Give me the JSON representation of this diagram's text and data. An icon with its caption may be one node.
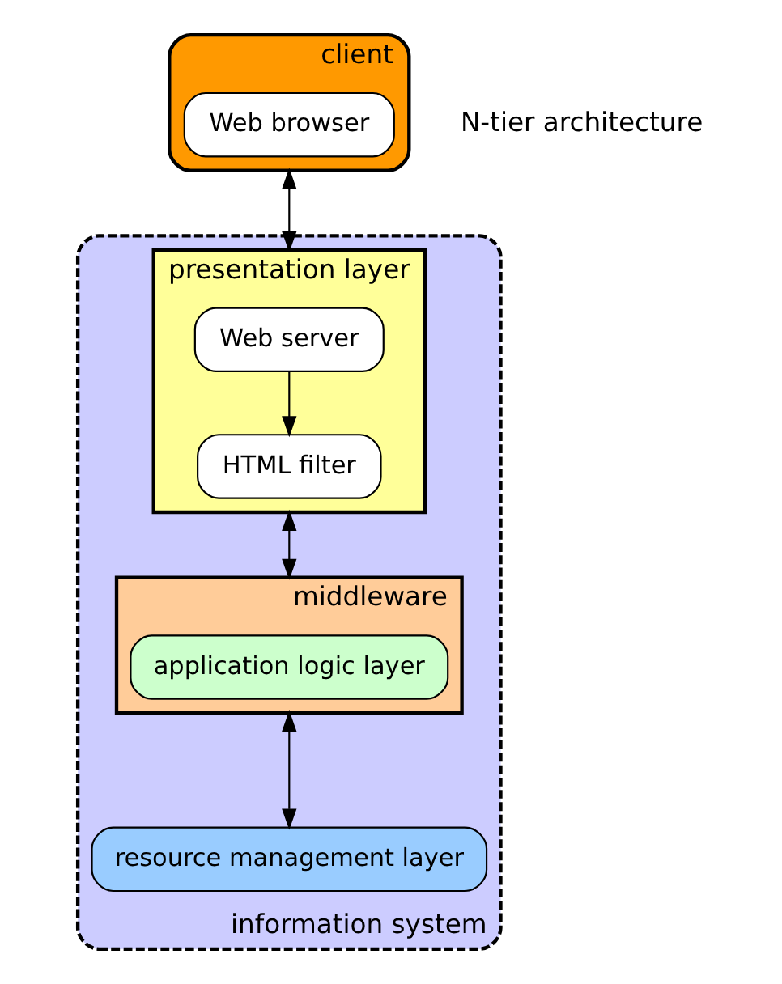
{
  "diagram": {
    "nodes": [
      {
        "text": [
          "client"
        ]
      },
      {
        "text": [
          "Web browser"
        ],
        "in": 0
      },
      {
        "text": [
          "information system"
        ]
      },
      {
        "text": [
          "presentation layer"
        ],
        "in": 2
      },
      {
        "text": [
          "Web server"
        ],
        "in": 3
      },
      {
        "text": [
          "HTML filter"
        ],
        "in": 3
      },
      {
        "text": [
          "middleware"
        ],
        "in": 2
      },
      {
        "text": [
          "application logic layer"
        ],
        "in": 6
      },
      {
        "text": [
          "resource management layer"
        ],
        "in": 2
      }
    ],
    "edges": [
      {
        "from": 0,
        "to": 3,
        "arrow": "both"
      },
      {
        "from": 4,
        "to": 5,
        "arrow": "to"
      },
      {
        "from": 3,
        "to": 6,
        "arrow": "both"
      },
      {
        "from": 6,
        "to": 8,
        "arrow": "both"
      }
    ],
    "labels": [
      "N-tier architecture"
    ]
  }
}
